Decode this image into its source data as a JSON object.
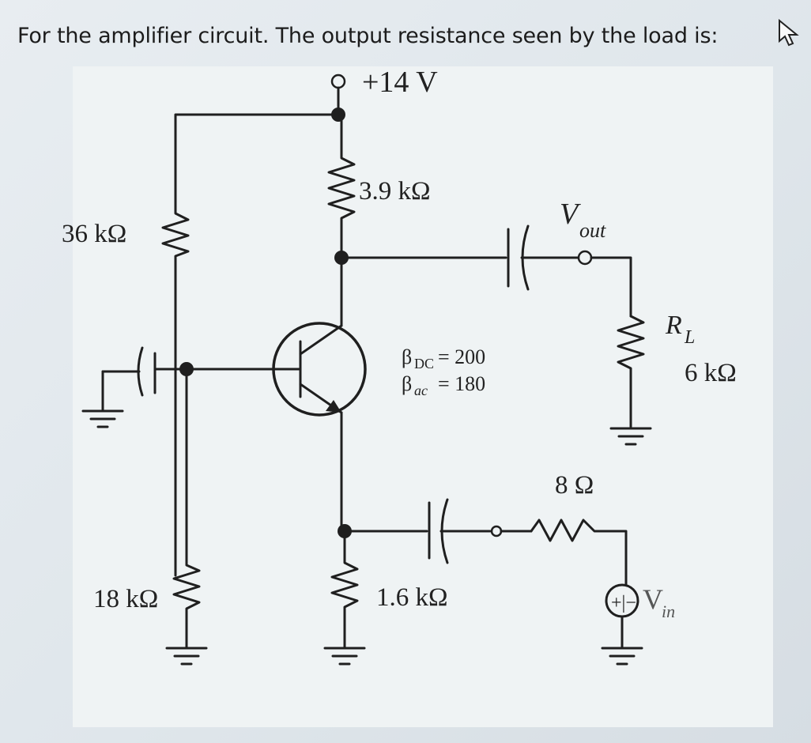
{
  "question": "For the amplifier circuit. The output resistance seen by the load is:",
  "supply_label": "+14 V",
  "components": {
    "r_top_left": "36 kΩ",
    "r_collector": "3.9 kΩ",
    "r_bottom_left": "18 kΩ",
    "r_emitter": "1.6 kΩ",
    "r_source": "8 Ω",
    "r_load_name": "R",
    "r_load_sub": "L",
    "r_load_value": "6 kΩ"
  },
  "output_label": {
    "main": "V",
    "sub": "out"
  },
  "input_label": {
    "main": "V",
    "sub": "in"
  },
  "beta": {
    "dc_symbol": "β",
    "dc_sub": "DC",
    "dc_value": "= 200",
    "ac_symbol": "β",
    "ac_sub": "ac",
    "ac_value": "= 180"
  },
  "source_symbol": "+|−",
  "colors": {
    "background": "#e3e9ee",
    "panel": "#eff3f4",
    "ink": "#1f1f1f",
    "faded_label": "#4a6aa8"
  },
  "icons": [
    "mouse-cursor-icon",
    "ground-icon",
    "npn-transistor-icon",
    "capacitor-icon",
    "resistor-icon",
    "voltage-source-icon"
  ]
}
